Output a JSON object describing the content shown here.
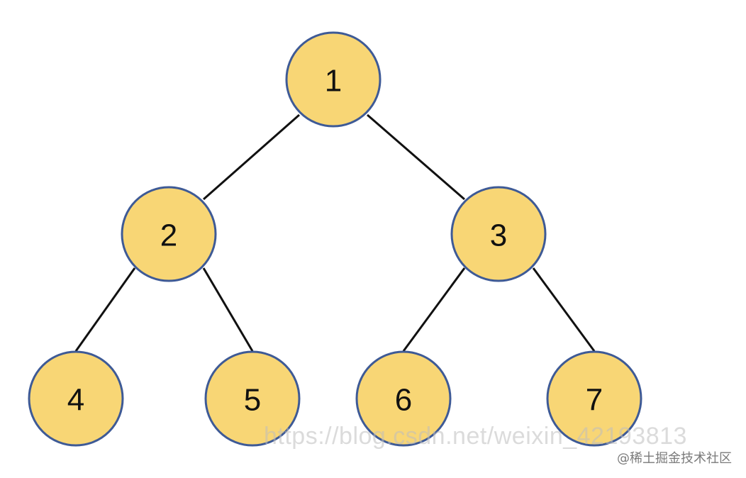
{
  "colors": {
    "node_fill": "#f8d675",
    "node_stroke": "#3e5a96",
    "edge": "#111111"
  },
  "nodes": [
    {
      "id": "1",
      "label": "1"
    },
    {
      "id": "2",
      "label": "2"
    },
    {
      "id": "3",
      "label": "3"
    },
    {
      "id": "4",
      "label": "4"
    },
    {
      "id": "5",
      "label": "5"
    },
    {
      "id": "6",
      "label": "6"
    },
    {
      "id": "7",
      "label": "7"
    }
  ],
  "edges": [
    {
      "from": "1",
      "to": "2"
    },
    {
      "from": "1",
      "to": "3"
    },
    {
      "from": "2",
      "to": "4"
    },
    {
      "from": "2",
      "to": "5"
    },
    {
      "from": "3",
      "to": "6"
    },
    {
      "from": "3",
      "to": "7"
    }
  ],
  "watermark": "https://blog.csdn.net/weixin_42193813",
  "credit": "@稀土掘金技术社区"
}
